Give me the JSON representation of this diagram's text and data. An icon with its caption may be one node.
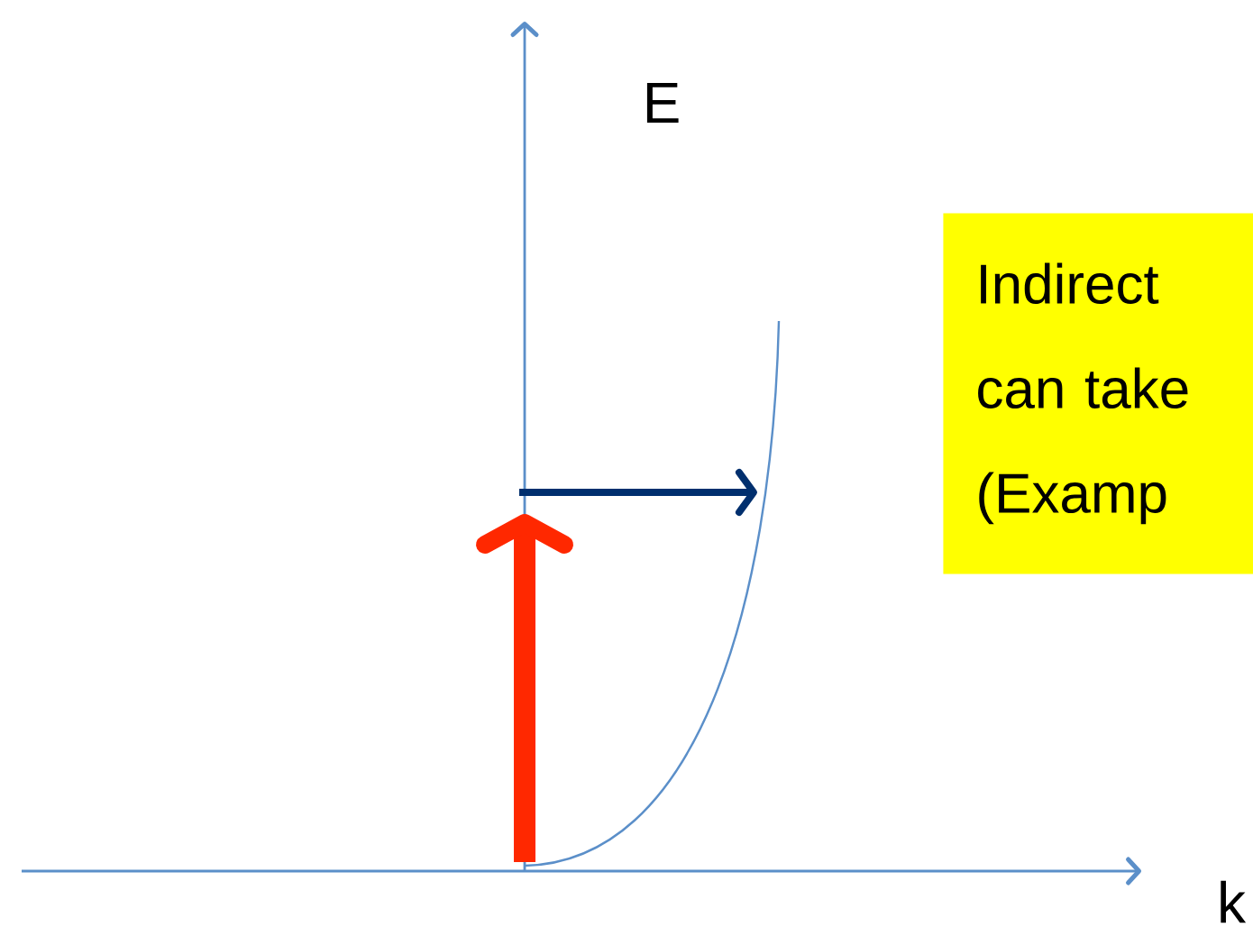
{
  "diagram": {
    "nodes": [
      {
        "text": [
          "Indirect can take (Examp"
        ]
      }
    ],
    "labels": [
      "E",
      "k"
    ]
  }
}
